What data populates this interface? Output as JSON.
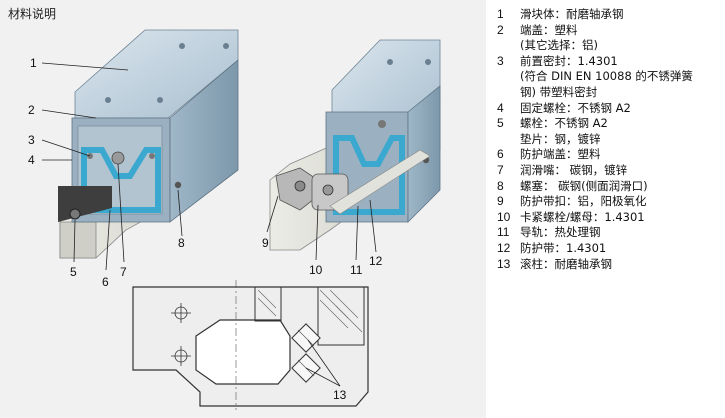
{
  "title": "材料说明",
  "callouts": [
    "1",
    "2",
    "3",
    "4",
    "5",
    "6",
    "7",
    "8",
    "9",
    "10",
    "11",
    "12",
    "13"
  ],
  "legend": [
    {
      "num": "1",
      "lines": [
        "滑块体：耐磨轴承钢"
      ]
    },
    {
      "num": "2",
      "lines": [
        "端盖：塑料",
        "(其它选择：铝)"
      ]
    },
    {
      "num": "3",
      "lines": [
        "前置密封：1.4301",
        "(符合 DIN EN 10088 的不锈弹簧",
        "钢) 带塑料密封"
      ]
    },
    {
      "num": "4",
      "lines": [
        "固定螺栓：不锈钢 A2"
      ]
    },
    {
      "num": "5",
      "lines": [
        "螺栓：不锈钢 A2",
        "垫片：钢，镀锌"
      ]
    },
    {
      "num": "6",
      "lines": [
        "防护端盖：塑料"
      ]
    },
    {
      "num": "7",
      "lines": [
        "润滑嘴：  碳钢，镀锌"
      ]
    },
    {
      "num": "8",
      "lines": [
        "螺塞：  碳钢(侧面润滑口)"
      ]
    },
    {
      "num": "9",
      "lines": [
        "防护带扣：铝，阳极氧化"
      ]
    },
    {
      "num": "10",
      "lines": [
        "卡紧螺栓/螺母：1.4301"
      ]
    },
    {
      "num": "11",
      "lines": [
        "导轨：热处理钢"
      ]
    },
    {
      "num": "12",
      "lines": [
        "防护带：1.4301"
      ]
    },
    {
      "num": "13",
      "lines": [
        "滚柱：耐磨轴承钢"
      ]
    }
  ],
  "colors": {
    "body": "#b9cbd8",
    "body_dark": "#8ea6b6",
    "seal": "#3aa8cf",
    "rail": "#d9d9d2",
    "panel": "#f1f1f1"
  }
}
